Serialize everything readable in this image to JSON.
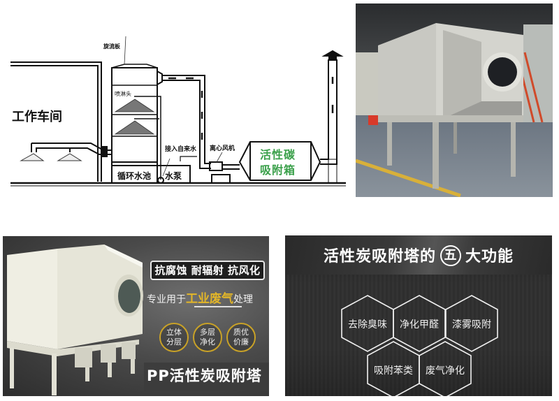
{
  "diagram": {
    "workshop_label": "工作车间",
    "swirl_plate_label": "旋流板",
    "spray_head_label": "喷淋头",
    "tap_water_label": "接入自来水",
    "circulating_pool_label": "循环水池",
    "water_pump_label": "水泵",
    "fan_label": "离心风机",
    "carbon_box_line1": "活性碳",
    "carbon_box_line2": "吸附箱",
    "carbon_text_color": "#3aa04a"
  },
  "banner": {
    "features_tag": "抗腐蚀 耐辐射 抗风化",
    "usage_prefix": "专业用于",
    "usage_highlight": "工业废气",
    "usage_suffix": "处理",
    "highlight_color": "#e3b628",
    "badges": [
      {
        "line1": "立体",
        "line2": "分层"
      },
      {
        "line1": "多层",
        "line2": "净化"
      },
      {
        "line1": "质优",
        "line2": "价廉"
      }
    ],
    "product_title": "PP活性炭吸附塔"
  },
  "functions": {
    "title_prefix": "活性炭吸附塔的",
    "title_number": "五",
    "title_suffix": "大功能",
    "items": [
      {
        "label": "去除臭味"
      },
      {
        "label": "净化甲醛"
      },
      {
        "label": "漆雾吸附"
      },
      {
        "label": "吸附苯类"
      },
      {
        "label": "废气净化"
      }
    ]
  }
}
